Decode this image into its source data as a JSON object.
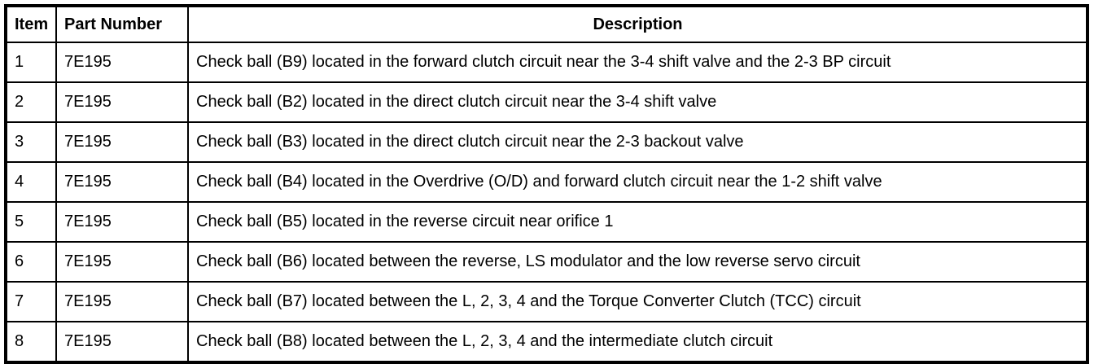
{
  "colors": {
    "border": "#000000",
    "background": "#ffffff",
    "text": "#000000"
  },
  "table": {
    "columns": [
      "Item",
      "Part Number",
      "Description"
    ],
    "rows": [
      {
        "item": "1",
        "part_number": "7E195",
        "description": "Check ball (B9) located in the forward clutch circuit near the 3-4 shift valve and the 2-3 BP circuit"
      },
      {
        "item": "2",
        "part_number": "7E195",
        "description": "Check ball (B2) located in the direct clutch circuit near the 3-4 shift valve"
      },
      {
        "item": "3",
        "part_number": "7E195",
        "description": "Check ball (B3) located in the direct clutch circuit near the 2-3 backout valve"
      },
      {
        "item": "4",
        "part_number": "7E195",
        "description": "Check ball (B4) located in the Overdrive (O/D) and forward clutch circuit near the 1-2 shift valve"
      },
      {
        "item": "5",
        "part_number": "7E195",
        "description": "Check ball (B5) located in the reverse circuit near orifice 1"
      },
      {
        "item": "6",
        "part_number": "7E195",
        "description": "Check ball (B6) located between the reverse, LS modulator and the low reverse servo circuit"
      },
      {
        "item": "7",
        "part_number": "7E195",
        "description": "Check ball (B7) located between the L, 2, 3, 4 and the Torque Converter Clutch (TCC) circuit"
      },
      {
        "item": "8",
        "part_number": "7E195",
        "description": "Check ball (B8) located between the L, 2, 3, 4 and the intermediate clutch circuit"
      }
    ]
  }
}
